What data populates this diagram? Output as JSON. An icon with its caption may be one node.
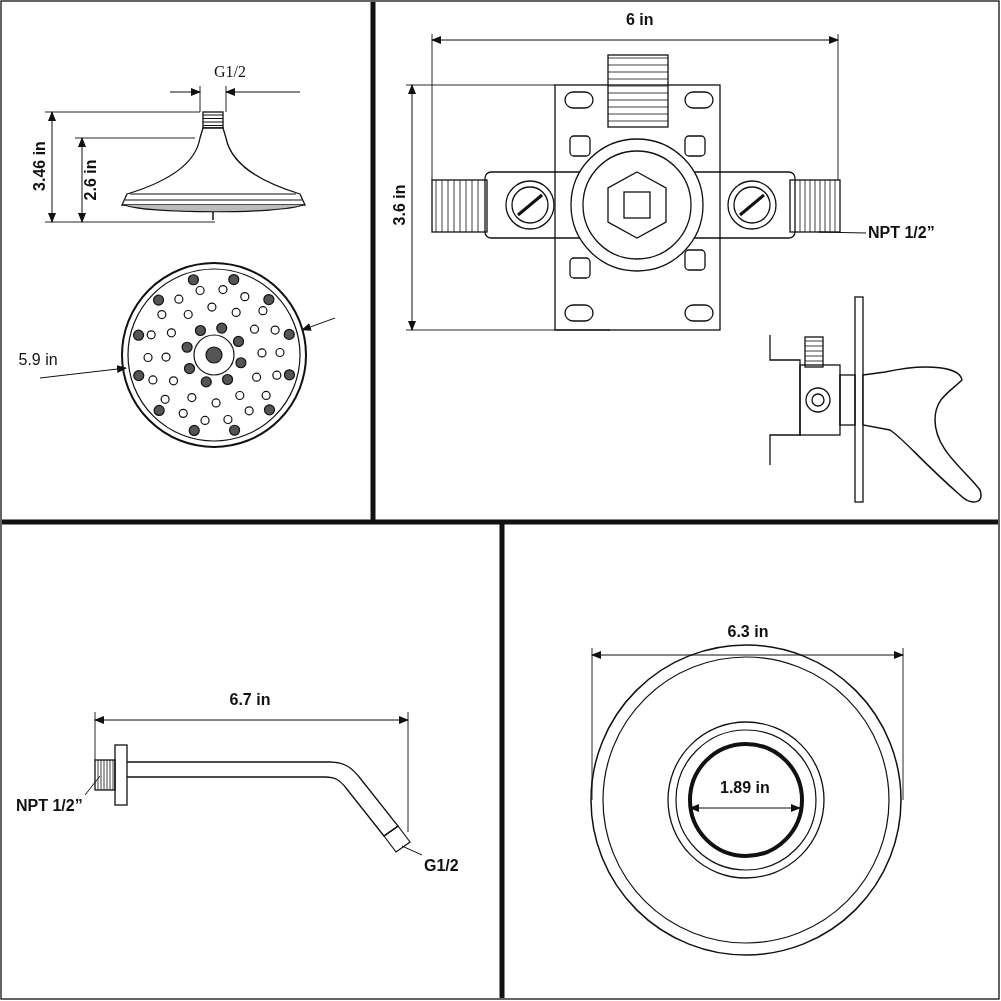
{
  "diagram": {
    "nodes": [
      {
        "text": [
          "NPT 1/2”"
        ]
      },
      {
        "text": [
          "NPT 1/2”"
        ]
      },
      {
        "text": [
          "G1/2"
        ]
      }
    ],
    "edges": [
      {
        "from": 0,
        "to": null,
        "arrow": "none"
      },
      {
        "from": 1,
        "to": null,
        "arrow": "none"
      },
      {
        "from": 2,
        "to": null,
        "arrow": "none"
      }
    ],
    "labels": [
      "G1/2",
      "3.46 in",
      "2.6 in",
      "5.9 in",
      "6 in",
      "3.6 in",
      "6.7 in",
      "6.3 in",
      "1.89 in"
    ]
  }
}
